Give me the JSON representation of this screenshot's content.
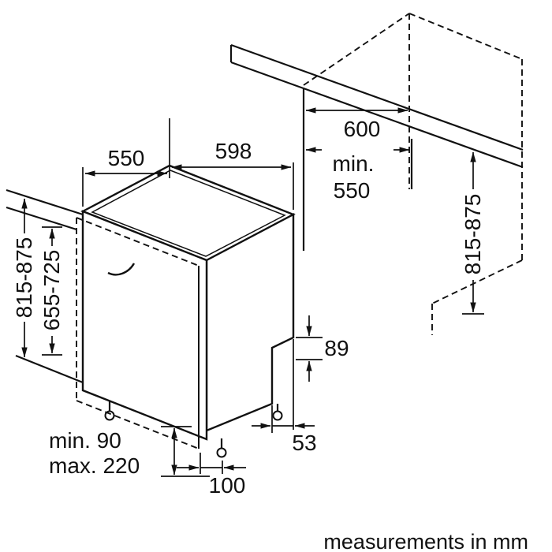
{
  "dims": {
    "top_depth": "550",
    "top_width": "598",
    "cabinet_depth": "600",
    "niche_min_line1": "min.",
    "niche_min_line2": "550",
    "appliance_height_left": "815-875",
    "door_panel_height": "655-725",
    "niche_height_right": "815-875",
    "base_rear_height": "89",
    "base_side_offset": "53",
    "base_front_offset": "100",
    "plinth_min": "min. 90",
    "plinth_max": "max. 220"
  },
  "footer": {
    "note": "measurements in mm"
  }
}
